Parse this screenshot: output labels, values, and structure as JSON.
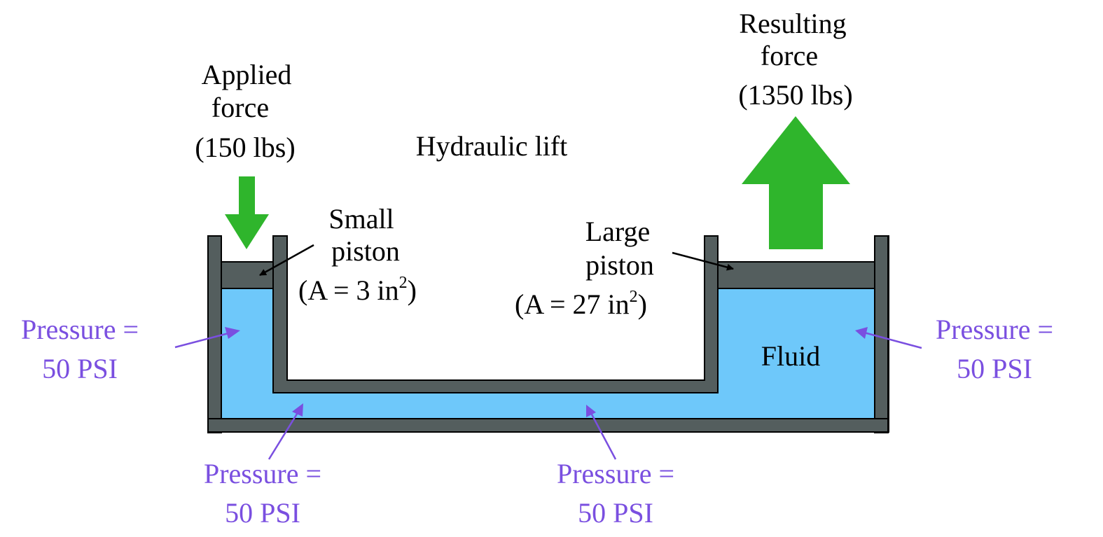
{
  "title": "Hydraulic lift",
  "applied_force": {
    "line1": "Applied",
    "line2": "force",
    "line3": "(150 lbs)"
  },
  "resulting_force": {
    "line1": "Resulting",
    "line2": "force",
    "line3": "(1350 lbs)"
  },
  "small_piston": {
    "line1": "Small",
    "line2": "piston",
    "area_prefix": "(A = 3 in",
    "area_exp": "2",
    "area_suffix": ")"
  },
  "large_piston": {
    "line1": "Large",
    "line2": "piston",
    "area_prefix": "(A = 27 in",
    "area_exp": "2",
    "area_suffix": ")"
  },
  "fluid_label": "Fluid",
  "pressure": {
    "line1": "Pressure =",
    "line2": "50 PSI"
  },
  "colors": {
    "wall": "#545e5e",
    "fluid": "#6ec8fa",
    "force_arrow": "#2fb52c",
    "pressure_text": "#7a4fe0",
    "text": "#000000"
  }
}
